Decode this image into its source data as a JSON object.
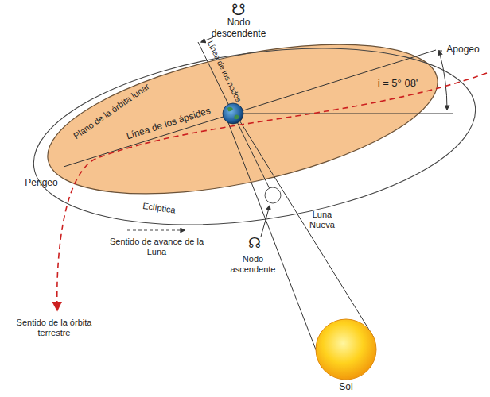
{
  "diagram": {
    "labels": [
      "☋",
      "Nodo descendente",
      "Línea de los nodos",
      "Apogeo",
      "i = 5° 08'",
      "Plano de la órbita lunar",
      "Línea de los ápsides",
      "Perigeo",
      "Eclíptica",
      "Sentido de avance de la Luna",
      "Luna Nueva",
      "☊",
      "Nodo ascendente",
      "Sentido de la órbita terrestre",
      "Sol"
    ]
  }
}
